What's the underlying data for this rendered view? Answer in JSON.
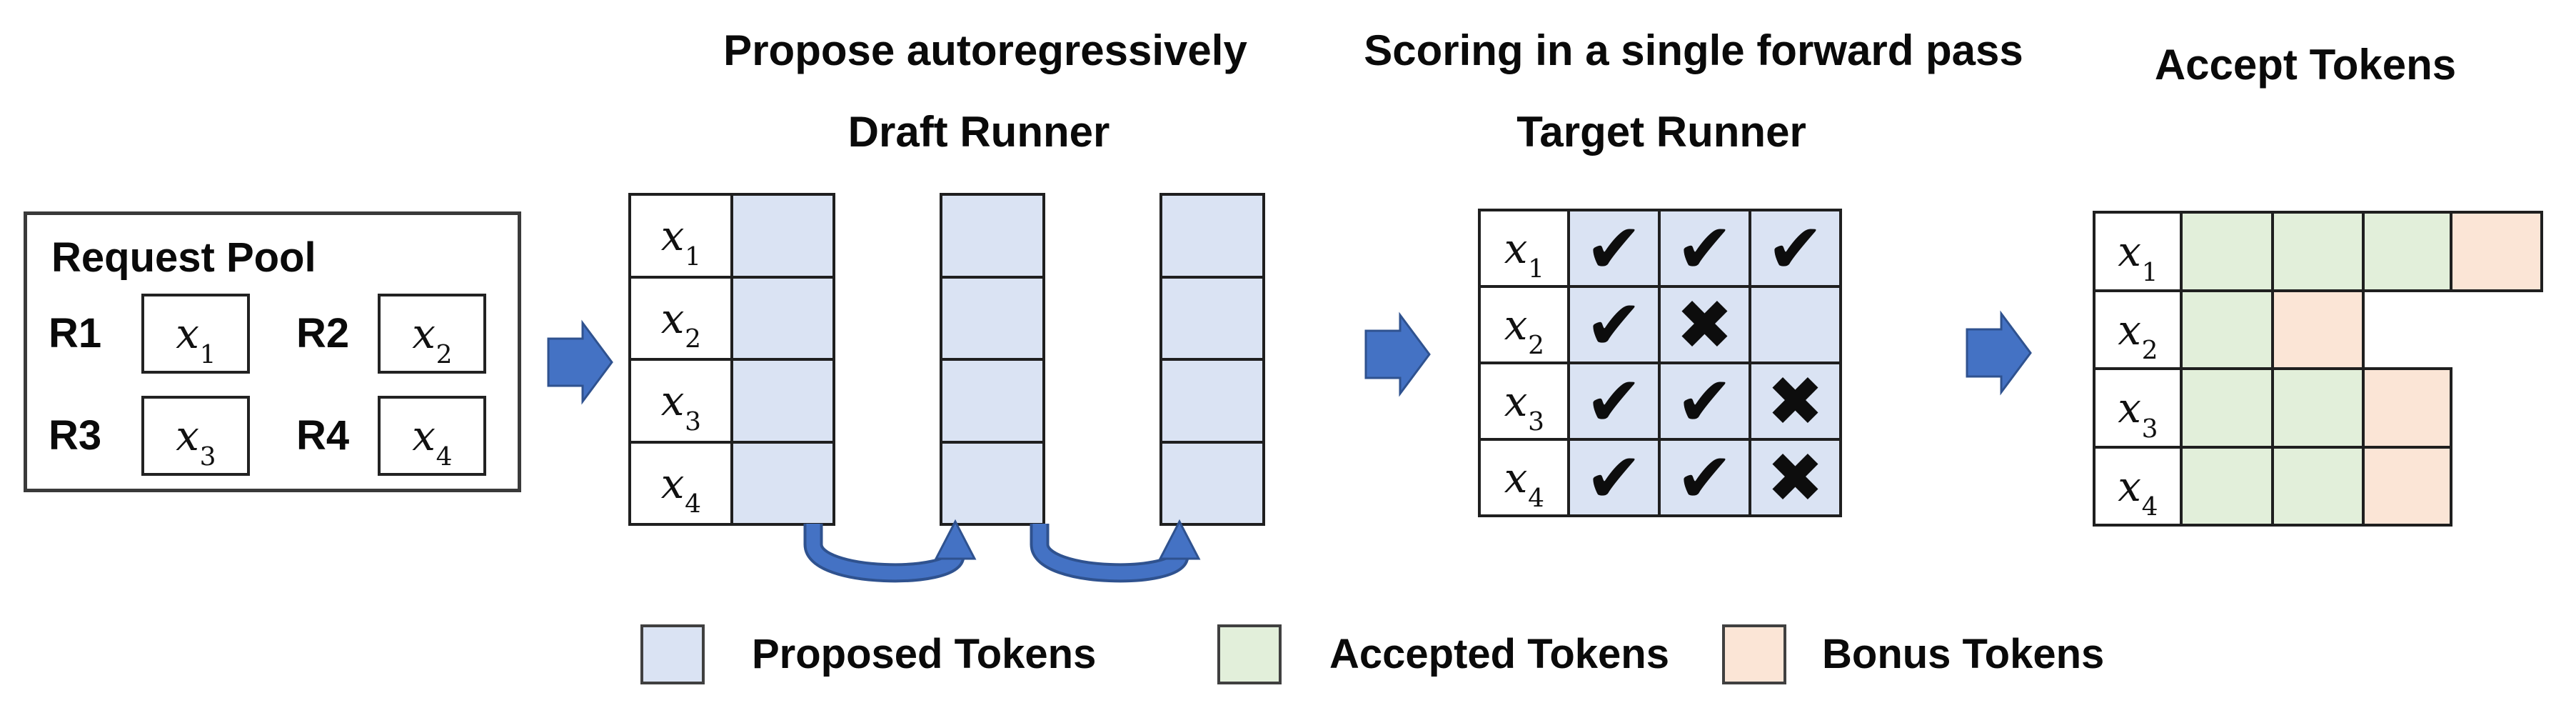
{
  "titles": {
    "propose": "Propose autoregressively",
    "draft_runner": "Draft Runner",
    "scoring": "Scoring in a single forward pass",
    "target_runner": "Target Runner",
    "accept": "Accept Tokens"
  },
  "request_pool": {
    "title": "Request Pool",
    "requests": [
      {
        "label": "R1",
        "token": {
          "base": "x",
          "sub": "1"
        }
      },
      {
        "label": "R2",
        "token": {
          "base": "x",
          "sub": "2"
        }
      },
      {
        "label": "R3",
        "token": {
          "base": "x",
          "sub": "3"
        }
      },
      {
        "label": "R4",
        "token": {
          "base": "x",
          "sub": "4"
        }
      }
    ]
  },
  "row_labels": [
    {
      "base": "x",
      "sub": "1"
    },
    {
      "base": "x",
      "sub": "2"
    },
    {
      "base": "x",
      "sub": "3"
    },
    {
      "base": "x",
      "sub": "4"
    }
  ],
  "draft_runner": {
    "proposal_columns": 3,
    "rows": 4
  },
  "target_runner": {
    "marks": [
      [
        "check",
        "check",
        "check"
      ],
      [
        "check",
        "cross",
        "none"
      ],
      [
        "check",
        "check",
        "cross"
      ],
      [
        "check",
        "check",
        "cross"
      ]
    ]
  },
  "accept_tokens": {
    "rows": [
      [
        "accepted",
        "accepted",
        "accepted",
        "bonus"
      ],
      [
        "accepted",
        "bonus"
      ],
      [
        "accepted",
        "accepted",
        "bonus"
      ],
      [
        "accepted",
        "accepted",
        "bonus"
      ]
    ]
  },
  "legend": [
    {
      "label": "Proposed Tokens",
      "type": "proposed"
    },
    {
      "label": "Accepted Tokens",
      "type": "accepted"
    },
    {
      "label": "Bonus Tokens",
      "type": "bonus"
    }
  ],
  "glyphs": {
    "check": "✔",
    "cross": "✖"
  },
  "colors": {
    "proposed": "#dae3f3",
    "accepted": "#e2efda",
    "bonus": "#fbe5d6",
    "arrow_fill": "#4472c4",
    "arrow_stroke": "#2f528f",
    "grid_border": "#1f1f1f"
  }
}
